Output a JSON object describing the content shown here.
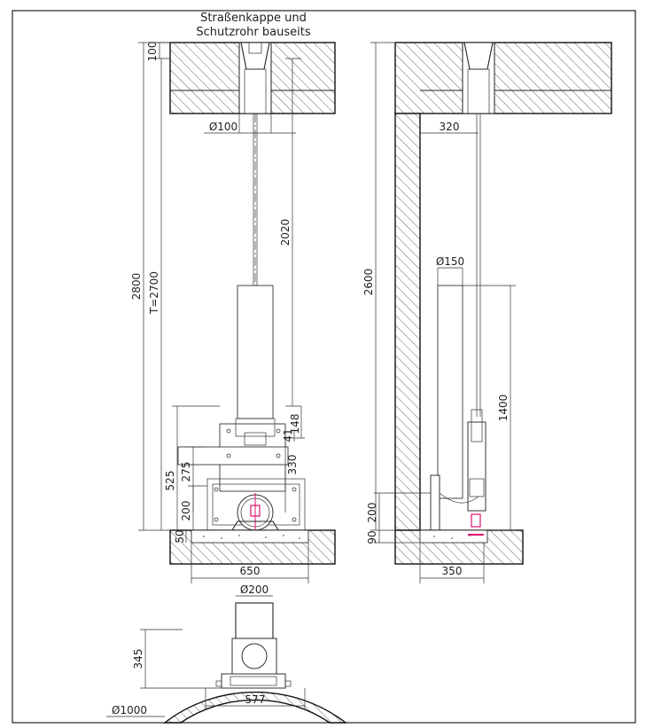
{
  "title": {
    "line1": "Straßenkappe und",
    "line2": "Schutzrohr bauseits"
  },
  "dimensions": {
    "d100_top": "100",
    "dia100": "Ø100",
    "d2800": "2800",
    "t2700": "T=2700",
    "d2020": "2020",
    "d148": "148",
    "d41": "41",
    "d330": "330",
    "d275": "275",
    "d525": "525",
    "d200_left": "200",
    "d50": "50",
    "d650": "650",
    "d320": "320",
    "dia150": "Ø150",
    "d2600": "2600",
    "d1400": "1400",
    "d200_right": "200",
    "d90": "90",
    "d350": "350",
    "dia200": "Ø200",
    "d345": "345",
    "d577": "577",
    "dia1000": "Ø1000"
  },
  "colors": {
    "line": "#222222",
    "accent": "#e0106f",
    "hatch": "#555555"
  }
}
